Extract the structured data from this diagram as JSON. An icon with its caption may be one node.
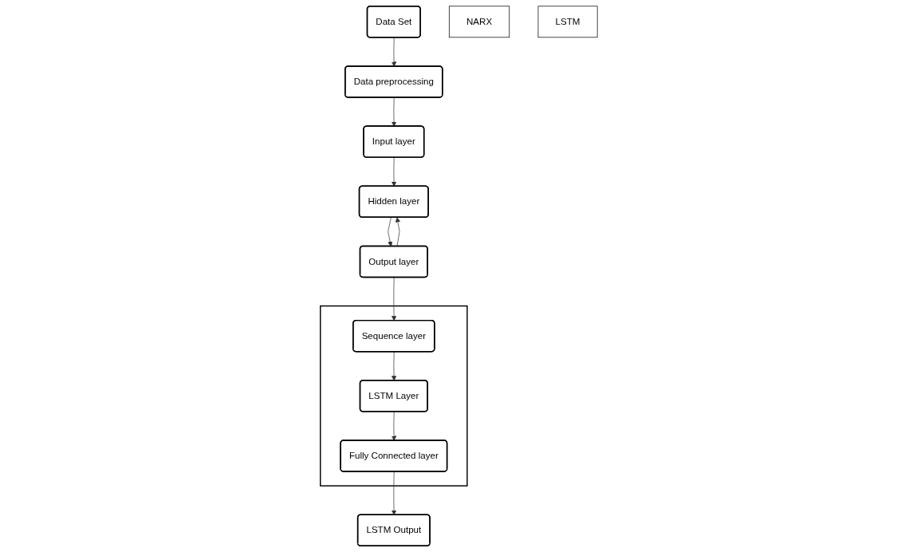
{
  "diagram": {
    "nodes": [
      {
        "text": [
          "Data Set"
        ]
      },
      {
        "text": [
          "Data preprocessing"
        ]
      },
      {
        "text": [
          "Input layer"
        ]
      },
      {
        "text": [
          "Hidden layer"
        ]
      },
      {
        "text": [
          "Output layer"
        ]
      },
      {
        "text": [],
        "shape": "box"
      },
      {
        "text": [
          "Sequence layer"
        ],
        "in": 5
      },
      {
        "text": [
          "LSTM Layer"
        ],
        "in": 5
      },
      {
        "text": [
          "Fully Connected layer"
        ],
        "in": 5
      },
      {
        "text": [
          "LSTM Output"
        ]
      },
      {
        "text": [
          "NARX"
        ]
      },
      {
        "text": [
          "LSTM"
        ]
      }
    ],
    "edges": [
      {
        "from": 0,
        "to": 1,
        "arrow": "to"
      },
      {
        "from": 1,
        "to": 2,
        "arrow": "to"
      },
      {
        "from": 2,
        "to": 3,
        "arrow": "to"
      },
      {
        "from": 3,
        "to": 4,
        "arrow": "to"
      },
      {
        "from": 4,
        "to": 3,
        "arrow": "to"
      },
      {
        "from": 4,
        "to": 6,
        "arrow": "to"
      },
      {
        "from": 6,
        "to": 7,
        "arrow": "to"
      },
      {
        "from": 7,
        "to": 8,
        "arrow": "to"
      },
      {
        "from": 8,
        "to": 9,
        "arrow": "to"
      }
    ]
  }
}
